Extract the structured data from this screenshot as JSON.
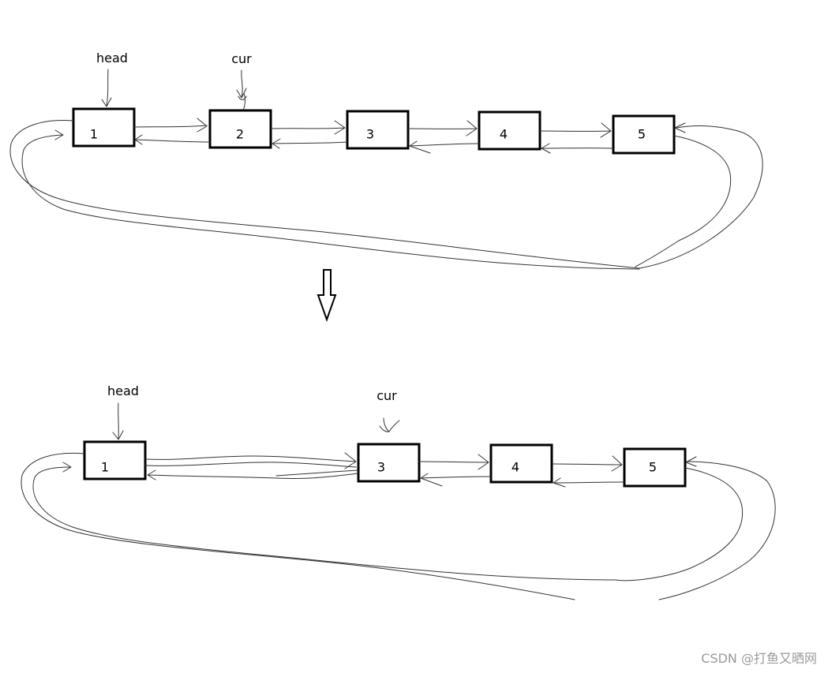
{
  "before": {
    "nodes": [
      "1",
      "2",
      "3",
      "4",
      "5"
    ],
    "head_label": "head",
    "cur_label": "cur"
  },
  "after": {
    "nodes": [
      "1",
      "3",
      "4",
      "5"
    ],
    "head_label": "head",
    "cur_label": "cur"
  },
  "watermark": "CSDN @打鱼又晒网"
}
